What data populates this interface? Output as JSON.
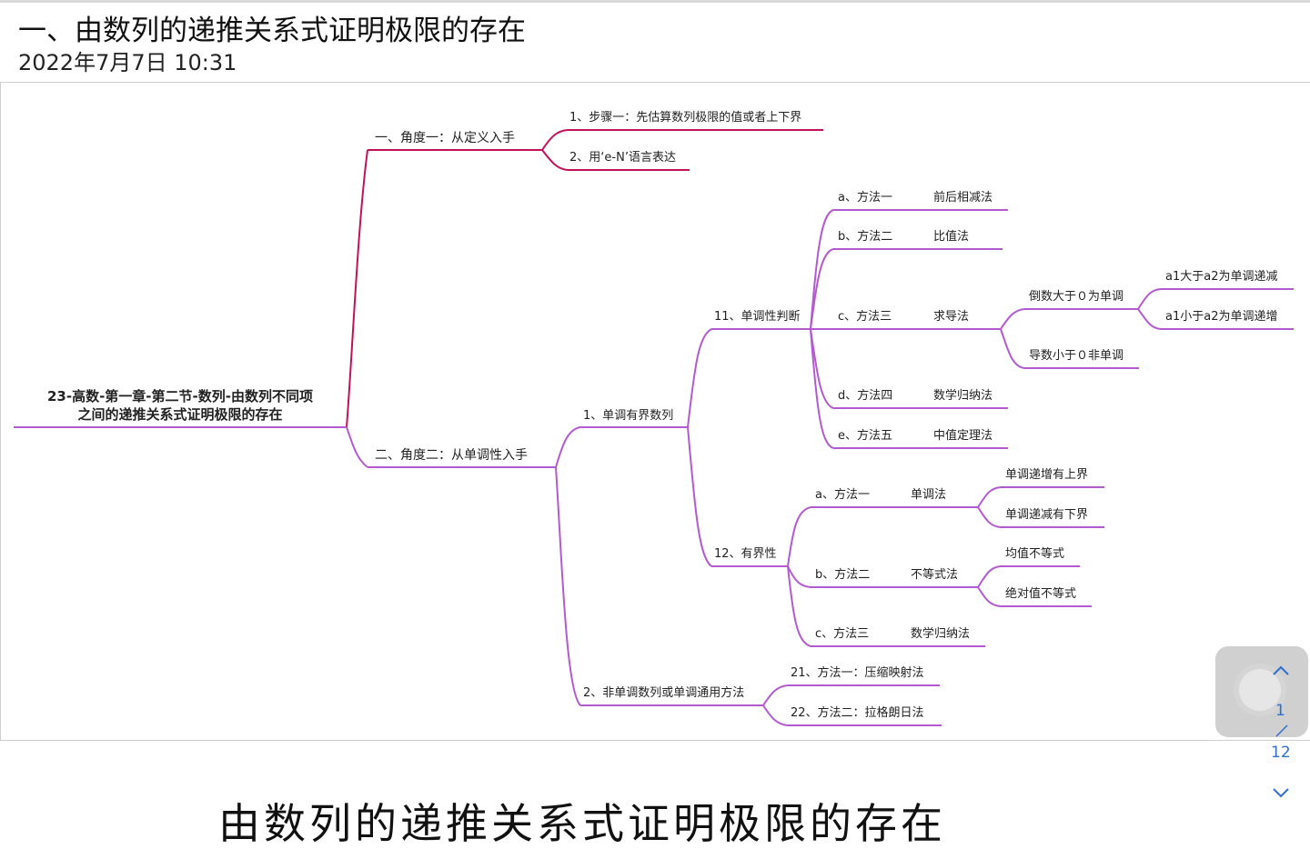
{
  "note": {
    "title": "一、由数列的递推关系式证明极限的存在",
    "datetime": "2022年7月7日 10:31",
    "lower_title": "由数列的递推关系式证明极限的存在"
  },
  "mindmap": {
    "root": "23-高数-第一章-第二节-数列-由数列不同项之间的递推关系式证明极限的存在",
    "root_line1": "23-高数-第一章-第二节-数列-由数列不同项",
    "root_line2": "之间的递推关系式证明极限的存在",
    "a1": "一、角度一：从定义入手",
    "a1_1": "1、步骤一：先估算数列极限的值或者上下界",
    "a1_2": "2、用‘e-N’语言表达",
    "a2": "二、角度二：从单调性入手",
    "b1": "1、单调有界数列",
    "b2": "2、非单调数列或单调通用方法",
    "c11": "11、单调性判断",
    "c12": "12、有界性",
    "m_a": "a、方法一",
    "m_a_v": "前后相减法",
    "m_b": "b、方法二",
    "m_b_v": "比值法",
    "m_c": "c、方法三",
    "m_c_v": "求导法",
    "m_d": "d、方法四",
    "m_d_v": "数学归纳法",
    "m_e": "e、方法五",
    "m_e_v": "中值定理法",
    "deriv_pos": "倒数大于０为单调",
    "deriv_neg": "导数小于０非单调",
    "a1a2_gt": "a1大于a2为单调递减",
    "a1a2_lt": "a1小于a2为单调递增",
    "n_a": "a、方法一",
    "n_a_v": "单调法",
    "n_b": "b、方法二",
    "n_b_v": "不等式法",
    "n_c": "c、方法三",
    "n_c_v": "数学归纳法",
    "inc_upper": "单调递增有上界",
    "dec_lower": "单调递减有下界",
    "mean_ineq": "均值不等式",
    "abs_ineq": "绝对值不等式",
    "d21": "21、方法一：压缩映射法",
    "d22": "22、方法二：拉格朗日法"
  },
  "pager": {
    "current": "1",
    "total": "12"
  },
  "colors": {
    "branch_one": "#c0135c",
    "branch_two": "#b45ad0"
  },
  "icons": [
    "chevron-up-icon",
    "chevron-down-icon",
    "scroll-knob"
  ]
}
